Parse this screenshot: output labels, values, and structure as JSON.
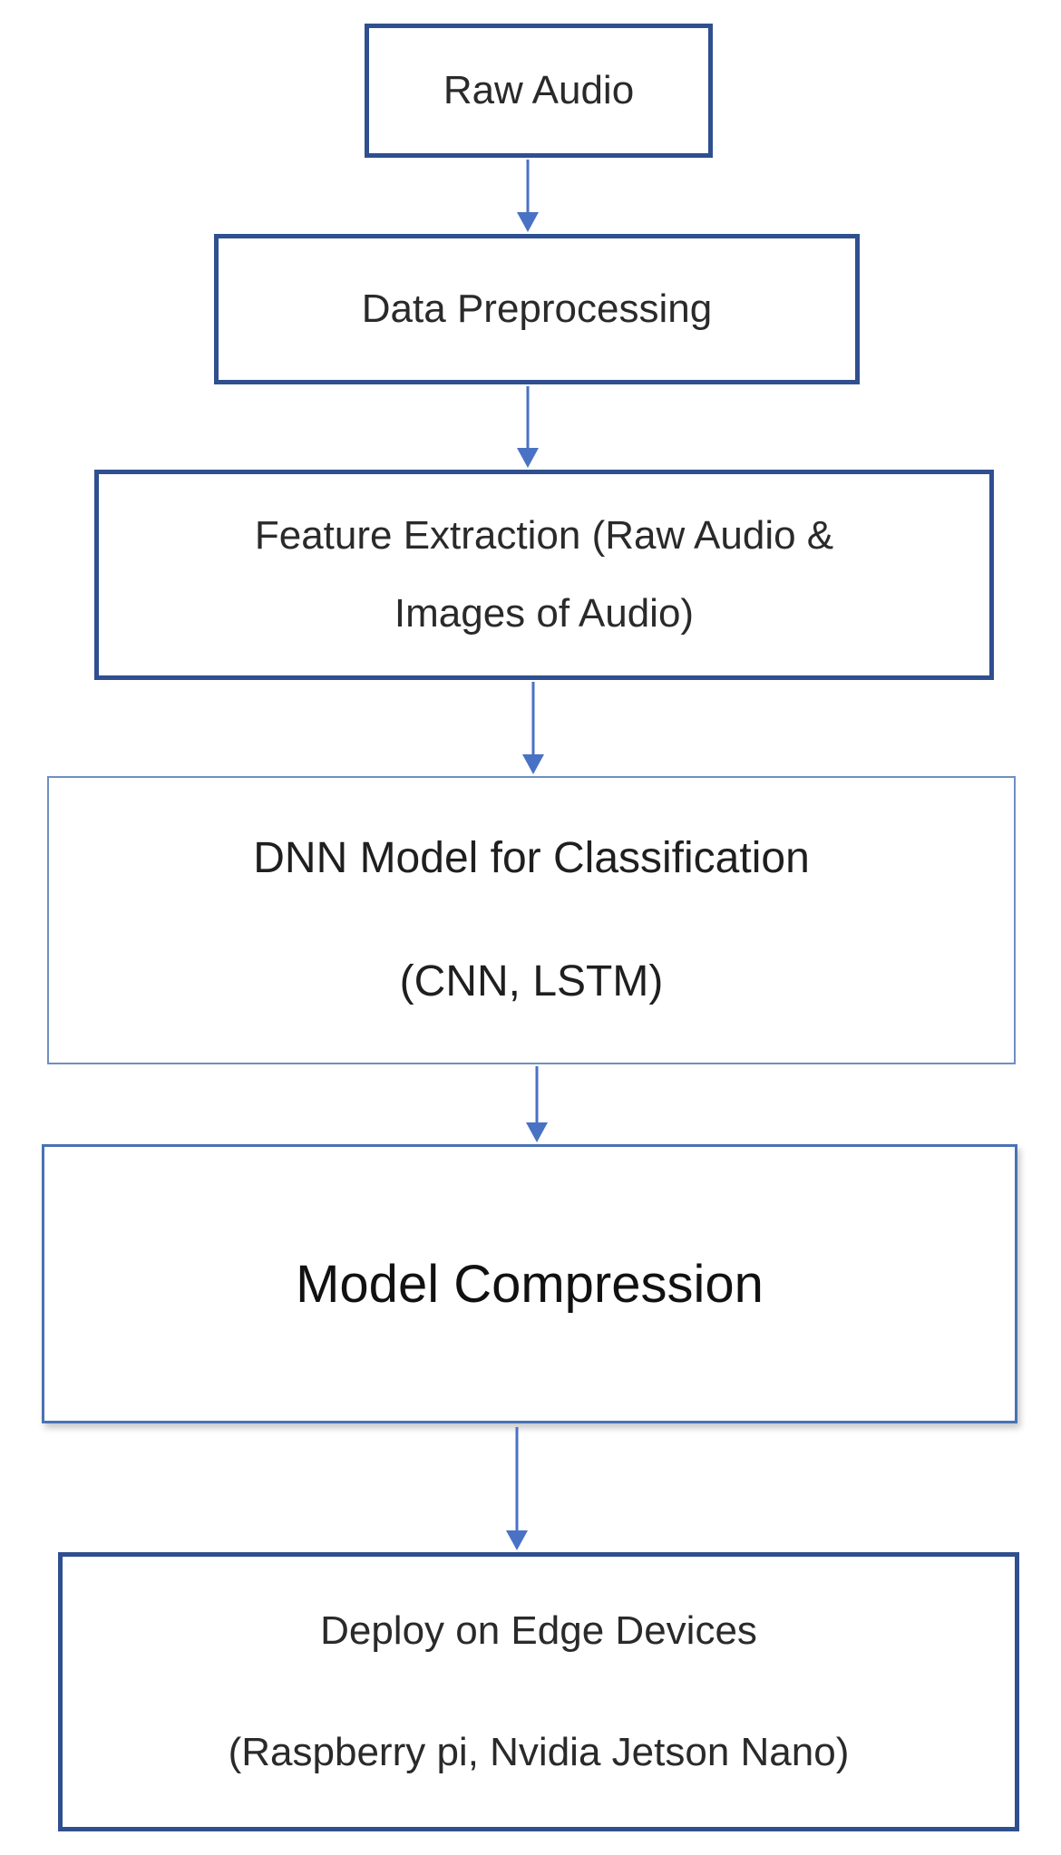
{
  "colors": {
    "box_border_dark": "#2f4f8f",
    "box_border_light": "#6e8fc2",
    "arrow": "#4a72c4"
  },
  "steps": [
    {
      "lines": [
        "Raw Audio"
      ]
    },
    {
      "lines": [
        "Data Preprocessing"
      ]
    },
    {
      "lines": [
        "Feature Extraction (Raw Audio &",
        "Images of Audio)"
      ]
    },
    {
      "lines": [
        "DNN Model for Classification",
        "(CNN, LSTM)"
      ]
    },
    {
      "lines": [
        "Model Compression"
      ]
    },
    {
      "lines": [
        "Deploy on Edge Devices",
        "(Raspberry pi, Nvidia Jetson Nano)"
      ]
    }
  ]
}
